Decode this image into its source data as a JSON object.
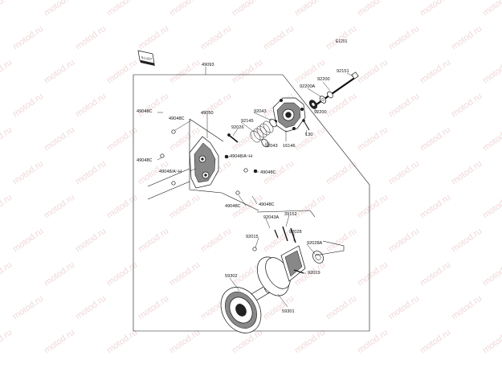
{
  "diagram": {
    "code": "E1201",
    "watermark": "motod.ru",
    "labels": {
      "assembly": "49093",
      "p92151": "92151",
      "p92200_top": "92200",
      "p92200A": "92200A",
      "p92200_mid": "92200",
      "p92043_top": "92043",
      "p92145": "92145",
      "p92043_bot": "92043",
      "p16146": "16146",
      "p130": "130",
      "p49050": "49050",
      "p92026": "92026",
      "p49048C_1": "49048C",
      "p49048C_2": "49048C",
      "p49048C_3": "49048C",
      "p49048C_4": "49048C",
      "p49048C_5": "49048C",
      "p49048AH_1": "49048/A~H",
      "p49048AH_2": "49048/A~H",
      "p39152": "39152",
      "p92043A": "92043A",
      "p92028": "92028",
      "p92015": "92015",
      "p92028A": "92028A",
      "p92019": "92019",
      "p59302": "59302",
      "p59301": "59301"
    }
  }
}
